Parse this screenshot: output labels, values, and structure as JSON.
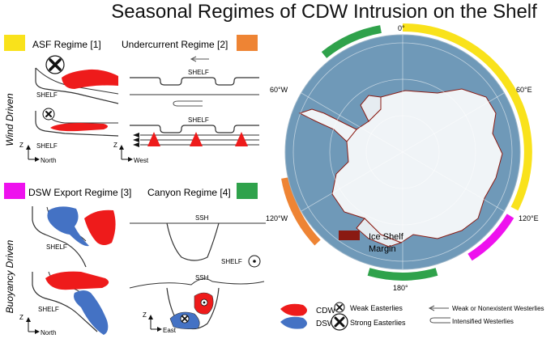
{
  "title": "Seasonal Regimes of CDW Intrusion on the Shelf",
  "colors": {
    "asf": "#f9e21b",
    "undercurrent": "#ee8434",
    "dsw_export": "#ee11ee",
    "canyon": "#2fa24b",
    "cdw": "#ee1b1b",
    "dsw": "#4472c4",
    "ice_shelf_margin": "#8a1a12",
    "ocean": "#6f99b8",
    "ice": "#f0f4f7"
  },
  "side_labels": {
    "wind": "Wind Driven",
    "buoyancy": "Buoyancy Driven"
  },
  "regimes": {
    "asf": "ASF Regime [1]",
    "undercurrent": "Undercurrent Regime [2]",
    "dsw_export": "DSW Export Regime [3]",
    "canyon": "Canyon Regime [4]"
  },
  "panel_labels": {
    "shelf": "SHELF",
    "ssh": "SSH",
    "z": "Z",
    "north": "North",
    "west": "West",
    "east": "East"
  },
  "map_labels": {
    "deg_0": "0°",
    "deg_60w": "60°W",
    "deg_60e": "60°E",
    "deg_120w": "120°W",
    "deg_120e": "120°E",
    "deg_180": "180°",
    "ice_shelf_margin": "Ice Shelf Margin",
    "ice_shelf_margin_line1": "Ice Shelf",
    "ice_shelf_margin_line2": "Margin"
  },
  "legend": {
    "cdw": "CDW",
    "dsw": "DSW",
    "weak_easterlies": "Weak Easterlies",
    "strong_easterlies": "Strong Easterlies",
    "weak_westerlies": "Weak or Nonexistent Westerlies",
    "intensified_westerlies": "Intensified Westerlies"
  }
}
